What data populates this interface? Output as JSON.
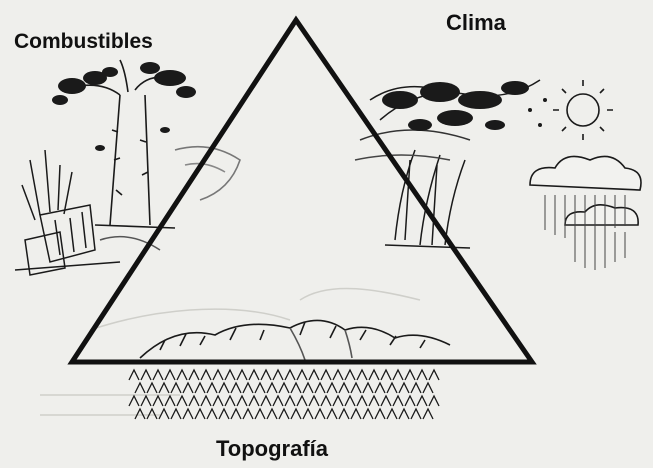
{
  "labels": {
    "fuel": "Combustibles",
    "climate": "Clima",
    "topography": "Topografía"
  }
}
